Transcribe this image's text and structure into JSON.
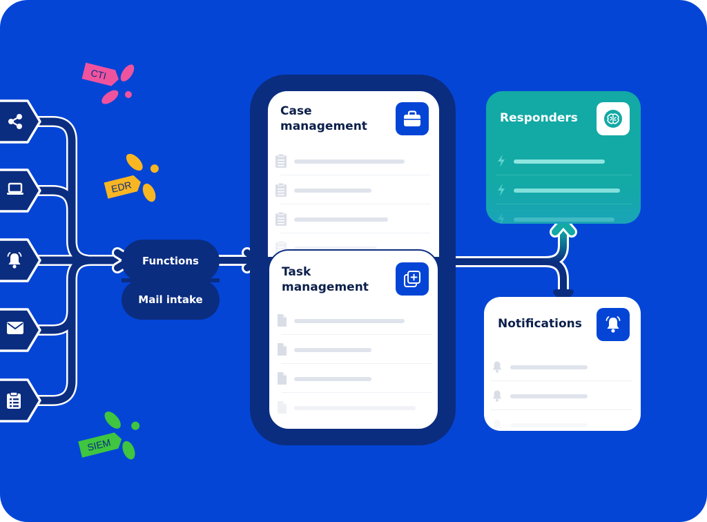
{
  "tags": {
    "cti": {
      "label": "CTI",
      "color": "#f0539e"
    },
    "edr": {
      "label": "EDR",
      "color": "#f9b623"
    },
    "siem": {
      "label": "SIEM",
      "color": "#3fc540"
    }
  },
  "sources": [
    {
      "icon": "share-icon"
    },
    {
      "icon": "laptop-icon"
    },
    {
      "icon": "bell-icon"
    },
    {
      "icon": "envelope-icon"
    },
    {
      "icon": "clipboard-list-icon"
    }
  ],
  "intake": {
    "functions_label": "Functions",
    "mail_label": "Mail intake"
  },
  "case_management": {
    "title": "Case\nmanagement",
    "icon": "briefcase-icon"
  },
  "task_management": {
    "title": "Task\nmanagement",
    "icon": "add-copy-icon"
  },
  "responders": {
    "title": "Responders",
    "icon": "brain-icon",
    "row_icon": "lightning-icon"
  },
  "notifications": {
    "title": "Notifications",
    "icon": "bell-icon"
  },
  "colors": {
    "background": "#0445d6",
    "navy": "#0b2d80",
    "teal": "#13a9a5",
    "accent_blue": "#0445d6"
  }
}
